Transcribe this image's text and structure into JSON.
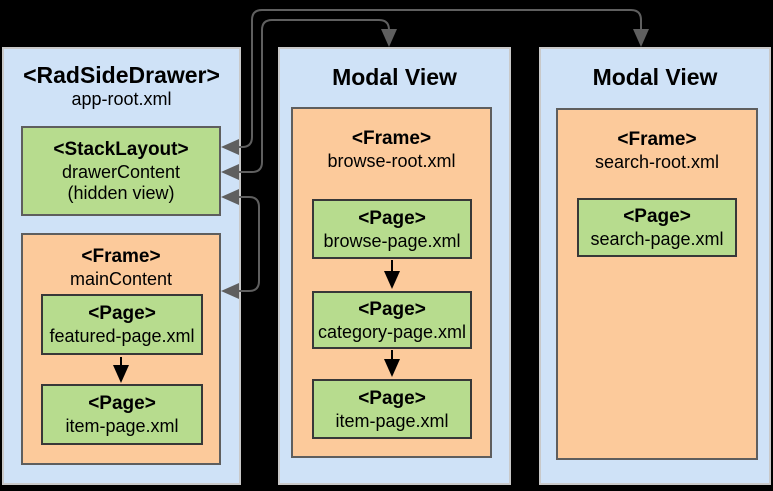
{
  "colors": {
    "bg": "#000000",
    "panel-blue": "#cfe2f7",
    "box-green": "#b7dc8e",
    "box-orange": "#fcca9b",
    "panel-border": "#c9c9c9",
    "inner-border": "#5e5e5e",
    "page-border": "#383838",
    "connector": "#5f5f5f",
    "nav-arrow": "#000000",
    "text": "#000000"
  },
  "panels": {
    "drawer": {
      "title": "<RadSideDrawer>",
      "subtitle": "app-root.xml",
      "stack_layout": {
        "title": "<StackLayout>",
        "line2": "drawerContent",
        "line3": "(hidden view)"
      },
      "frame": {
        "title": "<Frame>",
        "subtitle": "mainContent",
        "pages": [
          {
            "title": "<Page>",
            "subtitle": "featured-page.xml"
          },
          {
            "title": "<Page>",
            "subtitle": "item-page.xml"
          }
        ]
      }
    },
    "browse_modal": {
      "title": "Modal View",
      "frame": {
        "title": "<Frame>",
        "subtitle": "browse-root.xml",
        "pages": [
          {
            "title": "<Page>",
            "subtitle": "browse-page.xml"
          },
          {
            "title": "<Page>",
            "subtitle": "category-page.xml"
          },
          {
            "title": "<Page>",
            "subtitle": "item-page.xml"
          }
        ]
      }
    },
    "search_modal": {
      "title": "Modal View",
      "frame": {
        "title": "<Frame>",
        "subtitle": "search-root.xml",
        "pages": [
          {
            "title": "<Page>",
            "subtitle": "search-page.xml"
          }
        ]
      }
    }
  },
  "edges": [
    {
      "from": "drawerContent",
      "to": "search_modal",
      "arrows": "both"
    },
    {
      "from": "drawerContent",
      "to": "browse_modal",
      "arrows": "both"
    },
    {
      "from": "drawerContent",
      "to": "mainContent",
      "arrows": "both"
    },
    {
      "from": "featured-page.xml",
      "to": "item-page.xml",
      "arrows": "forward"
    },
    {
      "from": "browse-page.xml",
      "to": "category-page.xml",
      "arrows": "forward"
    },
    {
      "from": "category-page.xml",
      "to": "item-page.xml",
      "arrows": "forward"
    }
  ]
}
